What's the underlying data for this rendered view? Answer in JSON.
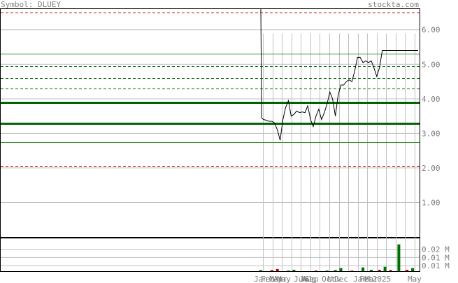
{
  "header": {
    "symbol": "Symbol: DLUEY",
    "site": "stockta.com"
  },
  "colors": {
    "frame": "#000000",
    "grid": "#c0c0c0",
    "price_line": "#000000",
    "dark_green": "#006400",
    "green": "#2e8b2e",
    "red_dashed": "#c00000",
    "vol_up": "#007000",
    "vol_down": "#c00000",
    "label": "#808080"
  },
  "chart_data": {
    "type": "line",
    "price_axis": {
      "ylim": [
        0,
        6.6
      ],
      "ticks": [
        {
          "v": 6,
          "label": "6.00"
        },
        {
          "v": 5,
          "label": "5.00"
        },
        {
          "v": 4,
          "label": "4.00"
        },
        {
          "v": 3,
          "label": "3.00"
        },
        {
          "v": 2,
          "label": "2.00"
        },
        {
          "v": 1,
          "label": "1.00"
        }
      ]
    },
    "x_labels": [
      "Jan",
      "Feb",
      "Mar",
      "Apr",
      "May",
      "Jun",
      "Jul",
      "Aug",
      "Sep",
      "Oct",
      "Nov",
      "Dec",
      "Jan",
      "Feb",
      "Mar",
      "2025",
      "May"
    ],
    "levels": [
      {
        "v": 6.5,
        "style": "red-dashed"
      },
      {
        "v": 5.3,
        "style": "green-thin"
      },
      {
        "v": 4.95,
        "style": "green-dashed"
      },
      {
        "v": 4.6,
        "style": "green-dashed"
      },
      {
        "v": 4.3,
        "style": "green-dashed"
      },
      {
        "v": 3.9,
        "style": "green-thick"
      },
      {
        "v": 3.3,
        "style": "green-thick"
      },
      {
        "v": 2.75,
        "style": "green-thin"
      },
      {
        "v": 2.05,
        "style": "red-dashed"
      }
    ],
    "price": {
      "x": [
        0,
        0.3,
        1,
        2,
        3,
        4,
        5,
        6,
        7,
        8,
        9,
        10,
        11,
        12,
        13,
        14,
        15,
        16,
        17,
        18,
        19,
        20,
        21,
        22,
        23,
        24,
        25,
        26,
        27,
        28,
        29,
        30,
        31,
        32,
        33,
        34,
        35,
        36,
        37,
        38,
        39,
        40,
        41,
        42,
        43,
        44,
        45,
        46,
        47,
        48,
        49,
        50,
        51,
        52,
        53,
        54,
        55,
        56,
        57
      ],
      "y": [
        7.0,
        3.45,
        3.4,
        3.38,
        3.35,
        3.35,
        3.3,
        3.1,
        2.8,
        3.4,
        3.75,
        3.95,
        3.5,
        3.55,
        3.65,
        3.6,
        3.62,
        3.6,
        3.8,
        3.4,
        3.2,
        3.5,
        3.7,
        3.4,
        3.6,
        3.85,
        4.2,
        4.0,
        3.5,
        4.1,
        4.4,
        4.4,
        4.5,
        4.55,
        4.5,
        4.8,
        5.2,
        5.2,
        5.05,
        5.1,
        5.05,
        5.1,
        4.9,
        4.65,
        4.9,
        5.4,
        5.4,
        5.4,
        5.4,
        5.4,
        5.4,
        5.4,
        5.4,
        5.4,
        5.4,
        5.4,
        5.4,
        5.4,
        5.4
      ]
    },
    "volume_axis": {
      "ylim": [
        0,
        0.03
      ],
      "ticks": [
        {
          "v": 0.02,
          "label": "0.02 M"
        },
        {
          "v": 0.0125,
          "label": "0.01 M"
        },
        {
          "v": 0.005,
          "label": "0.01 M"
        }
      ]
    },
    "volume": [
      {
        "x": 0,
        "v": 0.001,
        "dir": "up"
      },
      {
        "x": 4,
        "v": 0.001,
        "dir": "down"
      },
      {
        "x": 6,
        "v": 0.002,
        "dir": "down"
      },
      {
        "x": 10,
        "v": 0.0005,
        "dir": "up"
      },
      {
        "x": 12,
        "v": 0.0013,
        "dir": "up"
      },
      {
        "x": 20,
        "v": 0.0005,
        "dir": "down"
      },
      {
        "x": 24,
        "v": 0.0005,
        "dir": "up"
      },
      {
        "x": 27,
        "v": 0.001,
        "dir": "up"
      },
      {
        "x": 29,
        "v": 0.0028,
        "dir": "up"
      },
      {
        "x": 33,
        "v": 0.0005,
        "dir": "down"
      },
      {
        "x": 37,
        "v": 0.0034,
        "dir": "up"
      },
      {
        "x": 40,
        "v": 0.0013,
        "dir": "up"
      },
      {
        "x": 43,
        "v": 0.0013,
        "dir": "down"
      },
      {
        "x": 45,
        "v": 0.004,
        "dir": "up"
      },
      {
        "x": 47,
        "v": 0.001,
        "dir": "down"
      },
      {
        "x": 50,
        "v": 0.0245,
        "dir": "up"
      },
      {
        "x": 53,
        "v": 0.0013,
        "dir": "down"
      },
      {
        "x": 55,
        "v": 0.0028,
        "dir": "up"
      }
    ]
  }
}
